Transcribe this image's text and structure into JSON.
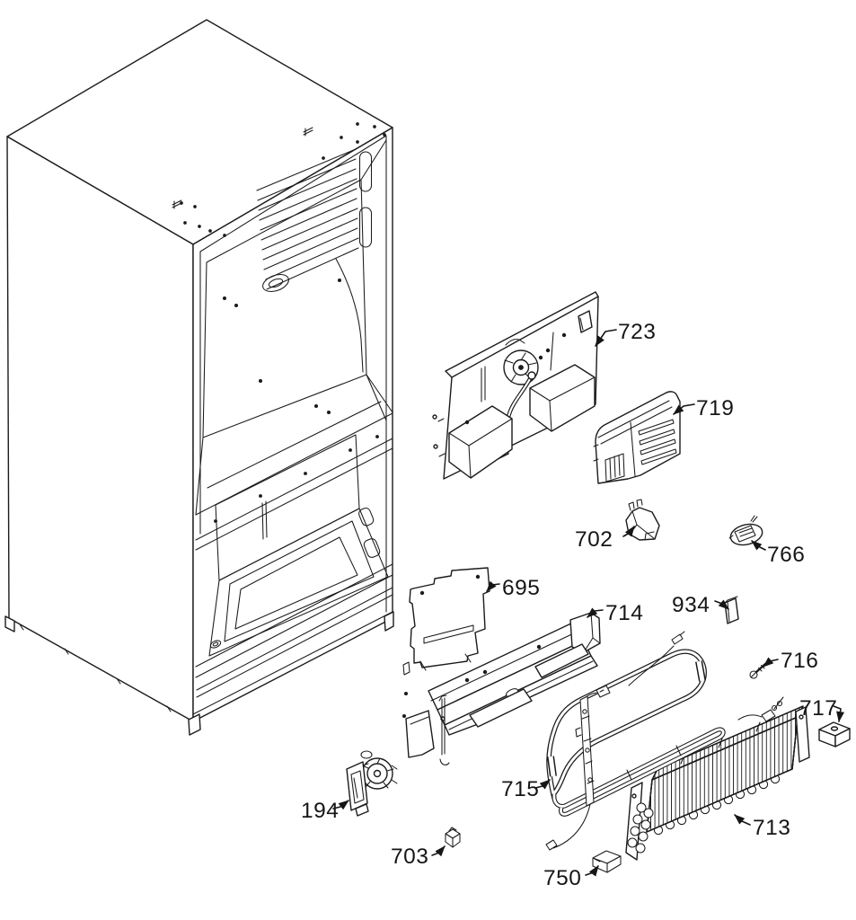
{
  "diagram": {
    "kind": "exploded-parts-diagram",
    "colors": {
      "line": "#1b1b1b",
      "background": "#ffffff",
      "label": "#161616"
    },
    "callouts": [
      {
        "number": "723"
      },
      {
        "number": "719"
      },
      {
        "number": "702"
      },
      {
        "number": "766"
      },
      {
        "number": "695"
      },
      {
        "number": "714"
      },
      {
        "number": "934"
      },
      {
        "number": "716"
      },
      {
        "number": "717"
      },
      {
        "number": "715"
      },
      {
        "number": "194"
      },
      {
        "number": "703"
      },
      {
        "number": "750"
      },
      {
        "number": "713"
      }
    ]
  }
}
